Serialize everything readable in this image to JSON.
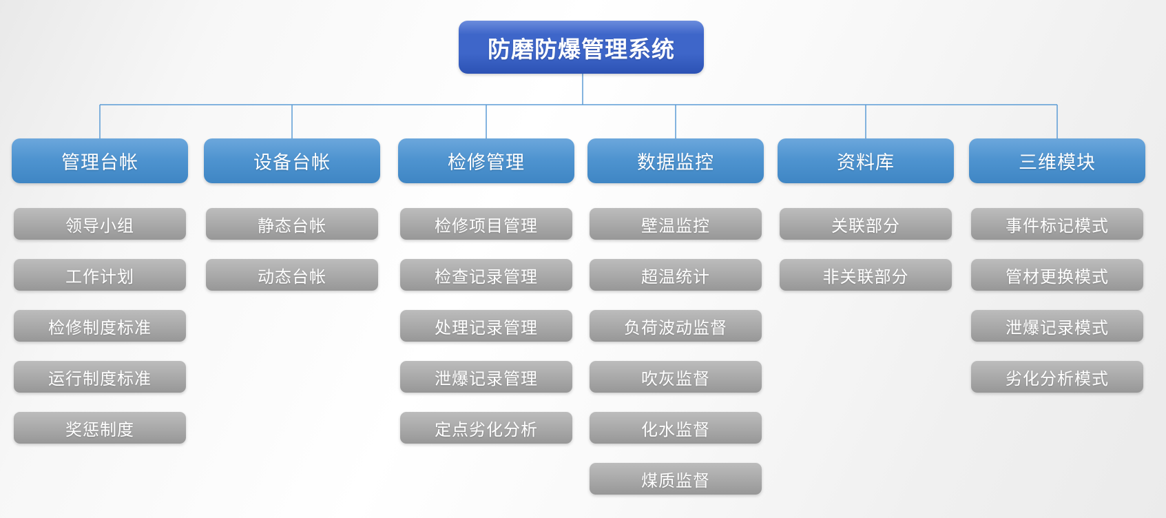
{
  "colors": {
    "root_box_top": "#6b8cdd",
    "root_box_mid": "#3e66c9",
    "root_box_bottom": "#2c52b4",
    "branch_box_top": "#6ca7dc",
    "branch_box_mid": "#4f94d0",
    "branch_box_bottom": "#3f86c4",
    "leaf_box_top": "#bcbcbc",
    "leaf_box_mid": "#a8a8a8",
    "leaf_box_bottom": "#979797",
    "connector": "#5b9bd5",
    "node_text": "#ffffff"
  },
  "tree": {
    "root": "防磨防爆管理系统",
    "branches": [
      {
        "title": "管理台帐",
        "children": [
          "领导小组",
          "工作计划",
          "检修制度标准",
          "运行制度标准",
          "奖惩制度"
        ]
      },
      {
        "title": "设备台帐",
        "children": [
          "静态台帐",
          "动态台帐"
        ]
      },
      {
        "title": "检修管理",
        "children": [
          "检修项目管理",
          "检查记录管理",
          "处理记录管理",
          "泄爆记录管理",
          "定点劣化分析"
        ]
      },
      {
        "title": "数据监控",
        "children": [
          "壁温监控",
          "超温统计",
          "负荷波动监督",
          "吹灰监督",
          "化水监督",
          "煤质监督"
        ]
      },
      {
        "title": "资料库",
        "children": [
          "关联部分",
          "非关联部分"
        ]
      },
      {
        "title": "三维模块",
        "children": [
          "事件标记模式",
          "管材更换模式",
          "泄爆记录模式",
          "劣化分析模式"
        ]
      }
    ]
  }
}
